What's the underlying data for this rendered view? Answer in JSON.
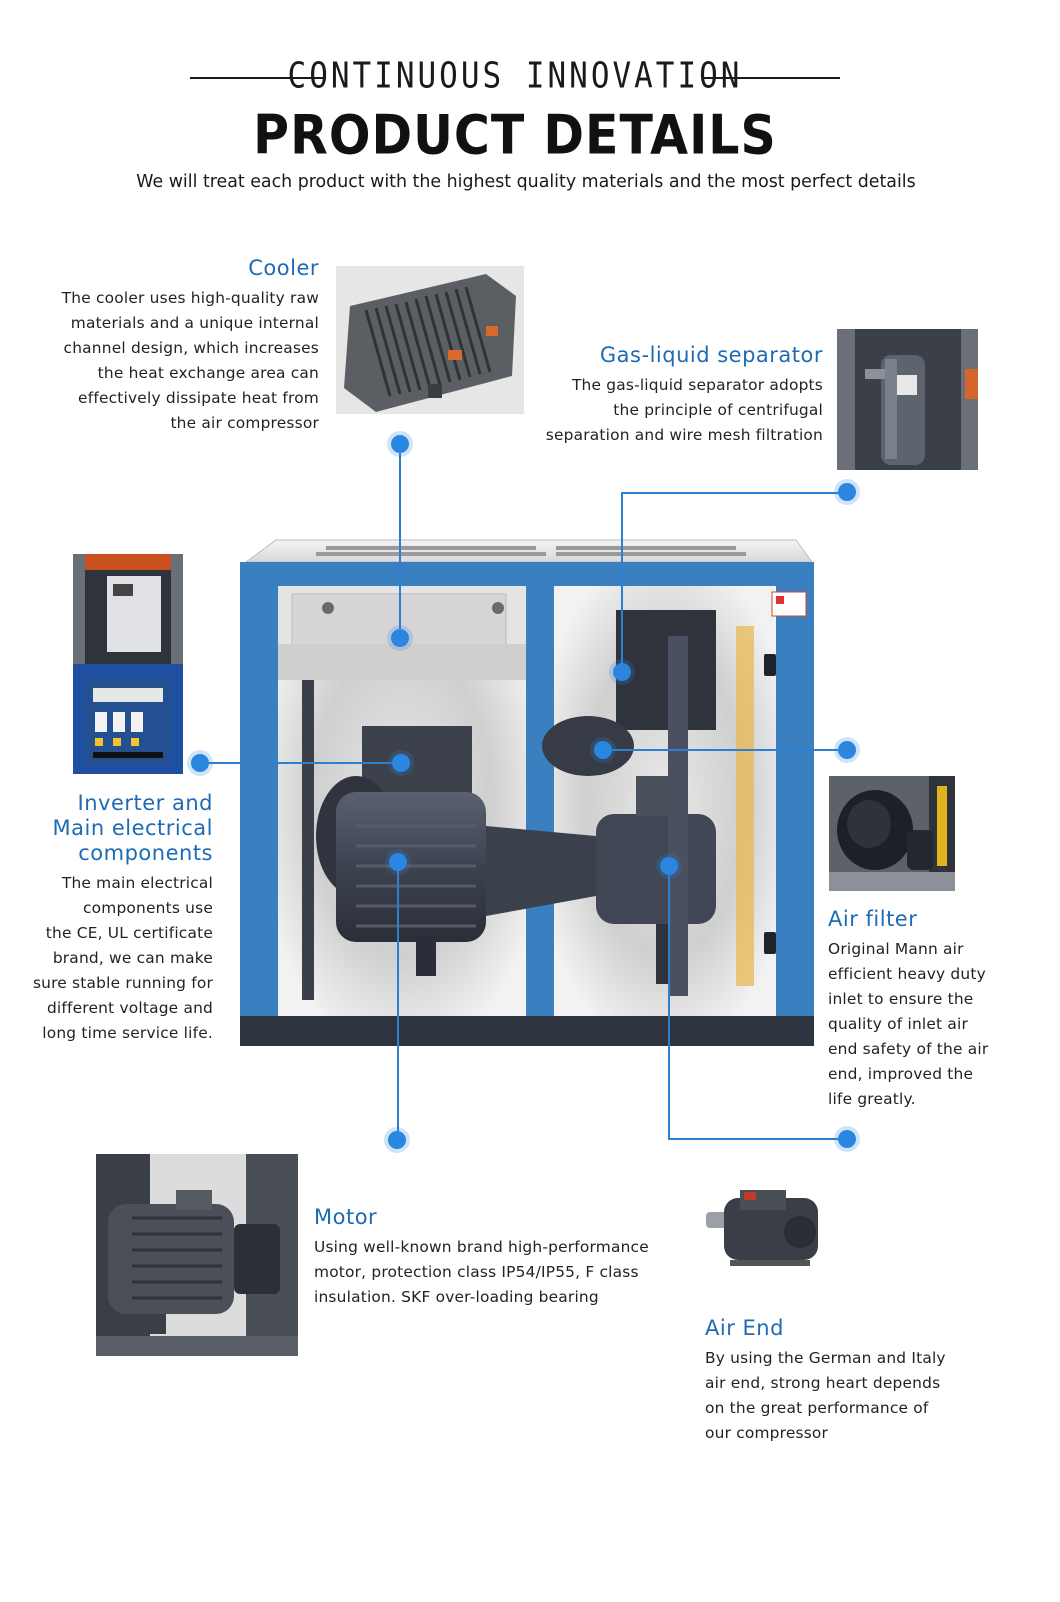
{
  "header": {
    "kicker": "CONTINUOUS INNOVATION",
    "title": "PRODUCT DETAILS",
    "subtitle": "We will treat each product with the highest quality materials and the most perfect details"
  },
  "features": {
    "cooler": {
      "title": "Cooler",
      "lines": [
        "The cooler uses high-quality raw",
        "materials and a unique internal",
        "channel design, which increases",
        "the heat exchange area can",
        "effectively dissipate heat from",
        "the air compressor"
      ]
    },
    "separator": {
      "title": "Gas-liquid separator",
      "lines": [
        "The gas-liquid separator adopts",
        "the principle of centrifugal",
        "separation and wire mesh filtration"
      ]
    },
    "inverter": {
      "title_lines": [
        "Inverter and",
        "Main electrical",
        "components"
      ],
      "lines": [
        "The main electrical",
        "components use",
        "the CE, UL certificate",
        "brand, we can make",
        "sure stable running for",
        "different voltage and",
        "long time service life."
      ]
    },
    "air_filter": {
      "title": "Air filter",
      "lines": [
        "Original Mann air",
        "efficient heavy duty",
        "inlet to ensure the",
        "quality of inlet air",
        "end safety of the air",
        "end, improved the",
        "life greatly."
      ]
    },
    "motor": {
      "title": "Motor",
      "lines": [
        "Using well-known brand high-performance",
        "motor, protection class IP54/IP55, F class",
        "insulation. SKF over-loading bearing"
      ]
    },
    "air_end": {
      "title": "Air End",
      "lines": [
        "By using the German and Italy",
        "air end, strong heart depends",
        "on the great performance of",
        "our compressor"
      ]
    }
  },
  "colors": {
    "accent_blue": "#1e6bb5",
    "line_blue": "#2d7fd0",
    "cabinet_blue": "#3a7fc0"
  }
}
